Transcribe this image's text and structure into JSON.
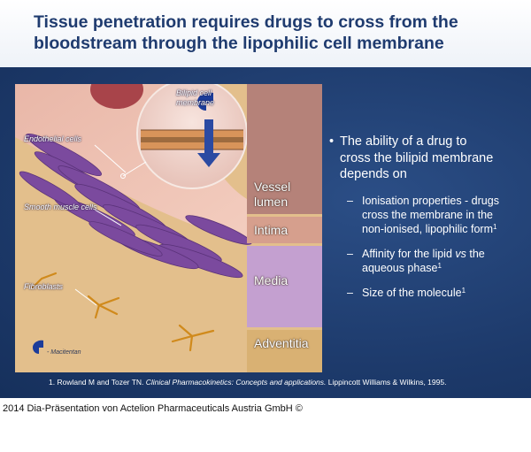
{
  "slide": {
    "title": "Tissue penetration requires drugs to cross from the bloodstream through the lipophilic cell membrane",
    "illustration": {
      "callout_label_line1": "Bilipid cell",
      "callout_label_line2": "membrane",
      "cell_labels": {
        "endothelial": "Endothelial cells",
        "smooth_muscle": "Smooth muscle cells",
        "fibroblasts": "Fibroblasts"
      },
      "layers": {
        "vessel_line1": "Vessel",
        "vessel_line2": "lumen",
        "intima": "Intima",
        "media": "Media",
        "adventitia": "Adventitia"
      },
      "legend": "- Macitentan"
    },
    "bullets": {
      "main_line1": "The ability of a drug to",
      "main_line2": "cross the bilipid membrane",
      "main_line3": "depends on",
      "sub1_line1": "Ionisation properties - drugs",
      "sub1_line2": "cross the membrane in the",
      "sub1_line3": "non-ionised, lipophilic form",
      "sub1_sup": "1",
      "sub2_line1": "Affinity for the lipid ",
      "sub2_italic": "vs",
      "sub2_line1_end": " the",
      "sub2_line2": "aqueous phase",
      "sub2_sup": "1",
      "sub3_line1": "Size of the molecule",
      "sub3_sup": "1",
      "bullet_char": "•",
      "dash_char": "–"
    },
    "reference": {
      "prefix": "1. Rowland M and Tozer TN. ",
      "book": "Clinical Pharmacokinetics: Concepts and applications.",
      "suffix": " Lippincott Williams & Wilkins, 1995."
    }
  },
  "footer": {
    "copyright": "2014 Dia-Präsentation von Actelion Pharmaceuticals Austria GmbH ©"
  },
  "colors": {
    "title": "#1f3b6f",
    "slide_background": "#1d3a6b",
    "vessel_lumen": "#b58279",
    "intima": "#d69f8d",
    "media": "#c4a0d0",
    "adventitia": "#d9b173"
  },
  "icons": [
    "macitentan-molecule-icon",
    "down-arrow-icon"
  ]
}
